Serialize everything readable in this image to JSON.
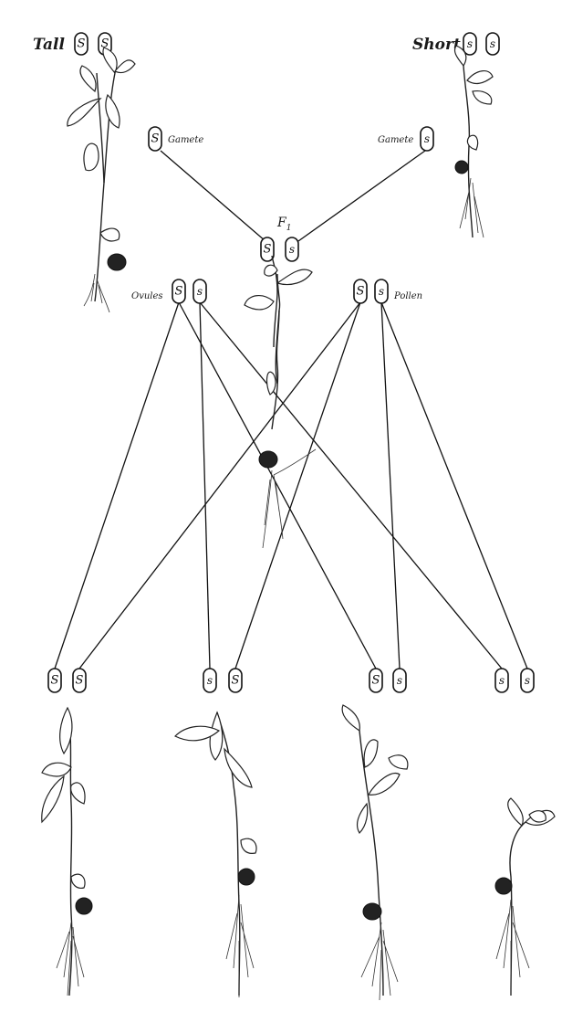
{
  "parents": {
    "tall": {
      "label": "Tall",
      "genes": [
        "S",
        "S"
      ]
    },
    "short": {
      "label": "Short",
      "genes": [
        "s",
        "s"
      ]
    }
  },
  "gametes": {
    "left": {
      "label": "Gamete",
      "gene": "S"
    },
    "right": {
      "label": "Gamete",
      "gene": "s"
    }
  },
  "f1": {
    "label": "F",
    "subscript": "1",
    "genes": [
      "S",
      "s"
    ]
  },
  "ovules": {
    "label": "Ovules",
    "genes": [
      "S",
      "s"
    ]
  },
  "pollen": {
    "label": "Pollen",
    "genes": [
      "S",
      "s"
    ]
  },
  "f2": [
    {
      "genes": [
        "S",
        "S"
      ]
    },
    {
      "genes": [
        "s",
        "S"
      ]
    },
    {
      "genes": [
        "S",
        "s"
      ]
    },
    {
      "genes": [
        "s",
        "s"
      ]
    }
  ]
}
